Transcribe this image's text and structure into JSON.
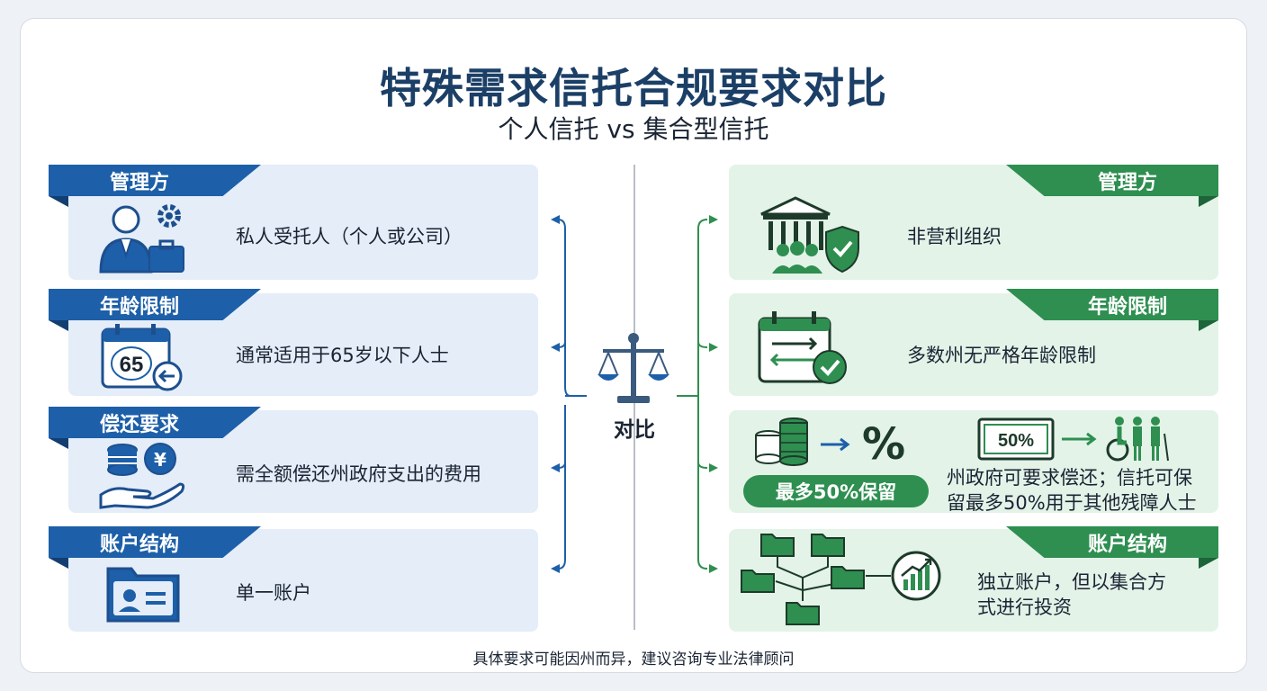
{
  "title": "特殊需求信托合规要求对比",
  "subtitle": "个人信托 vs 集合型信托",
  "center_label": "对比",
  "left": {
    "rows": [
      {
        "tag": "管理方",
        "text": "私人受托人（个人或公司）",
        "icon": "trustee-person-gear-briefcase-icon"
      },
      {
        "tag": "年龄限制",
        "text": "通常适用于65岁以下人士",
        "icon": "calendar-65-icon"
      },
      {
        "tag": "偿还要求",
        "text": "需全额偿还州政府支出的费用",
        "icon": "coins-yen-hand-icon"
      },
      {
        "tag": "账户结构",
        "text": "单一账户",
        "icon": "single-account-folder-icon"
      }
    ],
    "badge_number": "65"
  },
  "right": {
    "rows": [
      {
        "tag": "管理方",
        "text": "非营利组织",
        "icon": "nonprofit-building-shield-icon"
      },
      {
        "tag": "年龄限制",
        "text": "多数州无严格年龄限制",
        "icon": "calendar-check-icon"
      },
      {
        "tag": "",
        "text_lines": [
          "州政府可要求偿还；信托可保",
          "留最多50%用于其他残障人士"
        ],
        "icon": "coins-percent-group-icon"
      },
      {
        "tag": "账户结构",
        "text_lines": [
          "独立账户，但以集合方",
          "式进行投资"
        ],
        "icon": "pooled-folders-growth-icon"
      }
    ],
    "pill": "最多50%保留",
    "bill_label": "50%",
    "percent_sign": "%"
  },
  "footnote": "具体要求可能因州而异，建议咨询专业法律顾问",
  "colors": {
    "title": "#1b3f66",
    "left_accent": "#1d5fa8",
    "left_card": "#e4edf8",
    "right_accent": "#2e8f50",
    "right_card": "#e3f3e8"
  }
}
